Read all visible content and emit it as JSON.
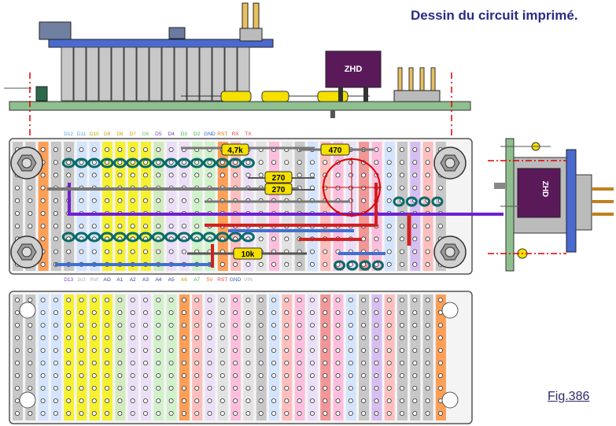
{
  "title": "Dessin du circuit imprimé.",
  "figure_label": "Fig.386",
  "chip_label": "ZHD",
  "side_chip_label": "ZHD",
  "resistors": [
    {
      "label": "4,7k"
    },
    {
      "label": "470"
    },
    {
      "label": "270"
    },
    {
      "label": "270"
    },
    {
      "label": "10k"
    }
  ],
  "top_pins": [
    {
      "label": "D12",
      "color": "#5aa0e0"
    },
    {
      "label": "D11",
      "color": "#5aa0e0"
    },
    {
      "label": "D10",
      "color": "#c8a000"
    },
    {
      "label": "D9",
      "color": "#c8a000"
    },
    {
      "label": "D8",
      "color": "#c8a000"
    },
    {
      "label": "D7",
      "color": "#c8a000"
    },
    {
      "label": "D6",
      "color": "#60c060"
    },
    {
      "label": "D5",
      "color": "#8040c0"
    },
    {
      "label": "D4",
      "color": "#8040c0"
    },
    {
      "label": "D3",
      "color": "#40b040"
    },
    {
      "label": "D2",
      "color": "#40b040"
    },
    {
      "label": "GND",
      "color": "#3060c0"
    },
    {
      "label": "RST",
      "color": "#e07000"
    },
    {
      "label": "RX",
      "color": "#e04040"
    },
    {
      "label": "TX",
      "color": "#e04040"
    }
  ],
  "bottom_pins": [
    {
      "label": "D13",
      "color": "#8040c0"
    },
    {
      "label": "3v3",
      "color": "#b0b0b0"
    },
    {
      "label": "Ref",
      "color": "#b0b0b0"
    },
    {
      "label": "AO",
      "color": "#3040a0"
    },
    {
      "label": "A1",
      "color": "#3040a0"
    },
    {
      "label": "A2",
      "color": "#3040a0"
    },
    {
      "label": "A3",
      "color": "#3040a0"
    },
    {
      "label": "A4",
      "color": "#3040a0"
    },
    {
      "label": "A5",
      "color": "#3040a0"
    },
    {
      "label": "A6",
      "color": "#c8a000"
    },
    {
      "label": "A7",
      "color": "#40b040"
    },
    {
      "label": "5V",
      "color": "#e07000"
    },
    {
      "label": "RST",
      "color": "#e04040"
    },
    {
      "label": "GND",
      "color": "#3060c0"
    },
    {
      "label": "VIN",
      "color": "#b0b0b0"
    }
  ]
}
